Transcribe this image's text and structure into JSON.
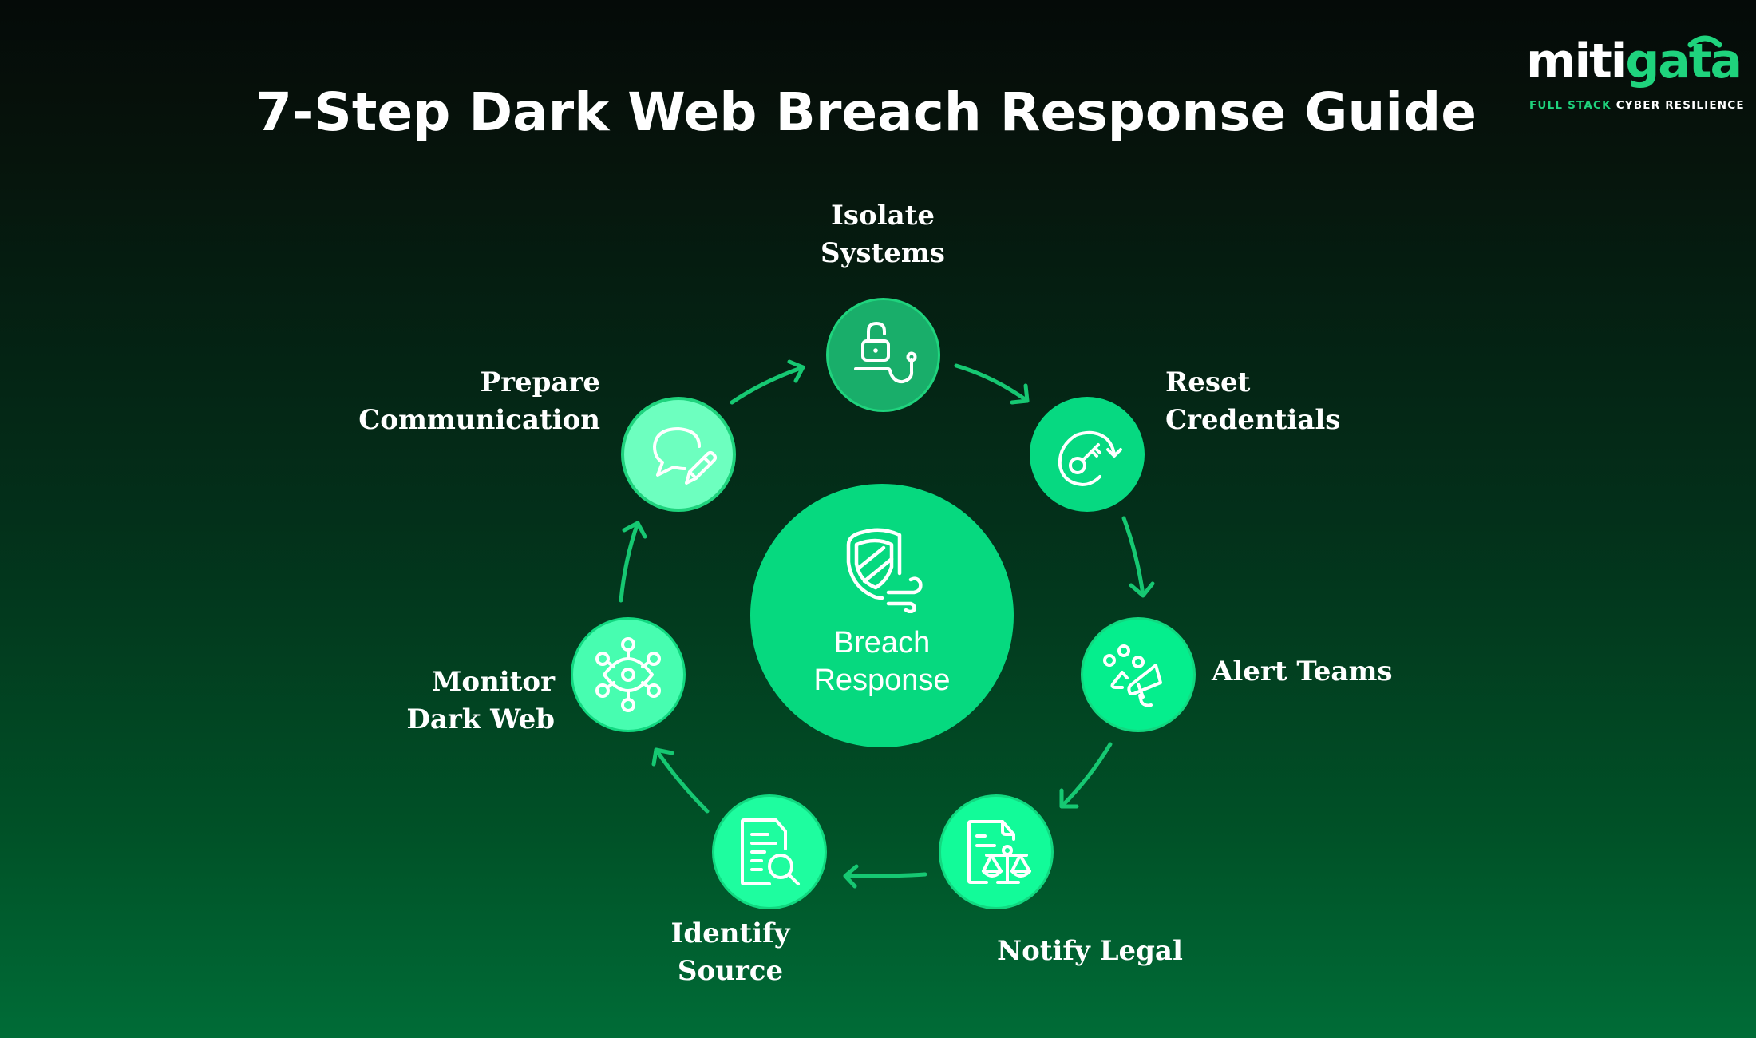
{
  "title": "7-Step Dark Web Breach Response Guide",
  "logo": {
    "word_white": "miti",
    "word_green": "gata",
    "tagline_green": "FULL STACK",
    "tagline_white": "CYBER RESILIENCE",
    "brand_color": "#1fd37d"
  },
  "center": {
    "icon": "shield-wind-icon",
    "line1": "Breach",
    "line2": "Response",
    "color": "#06d97f"
  },
  "steps": [
    {
      "order": 1,
      "line1": "Isolate",
      "line2": "Systems",
      "icon": "unlocked-padlock-cable-icon",
      "color": "#19ae6a"
    },
    {
      "order": 2,
      "line1": "Reset",
      "line2": "Credentials",
      "icon": "key-reset-icon",
      "color": "#06d981"
    },
    {
      "order": 3,
      "line1": "Alert Teams",
      "line2": "",
      "icon": "team-megaphone-icon",
      "color": "#05ee8d"
    },
    {
      "order": 4,
      "line1": "Notify Legal",
      "line2": "",
      "icon": "document-scales-icon",
      "color": "#12fb99"
    },
    {
      "order": 5,
      "line1": "Identify",
      "line2": "Source",
      "icon": "document-search-icon",
      "color": "#1efd9f"
    },
    {
      "order": 6,
      "line1": "Monitor",
      "line2": "Dark Web",
      "icon": "network-eye-icon",
      "color": "#47fdb0"
    },
    {
      "order": 7,
      "line1": "Prepare",
      "line2": "Communication",
      "icon": "chat-pencil-icon",
      "color": "#6dffbf"
    }
  ],
  "arrow_color": "#16c872",
  "node_border_color": "#1fd37d"
}
